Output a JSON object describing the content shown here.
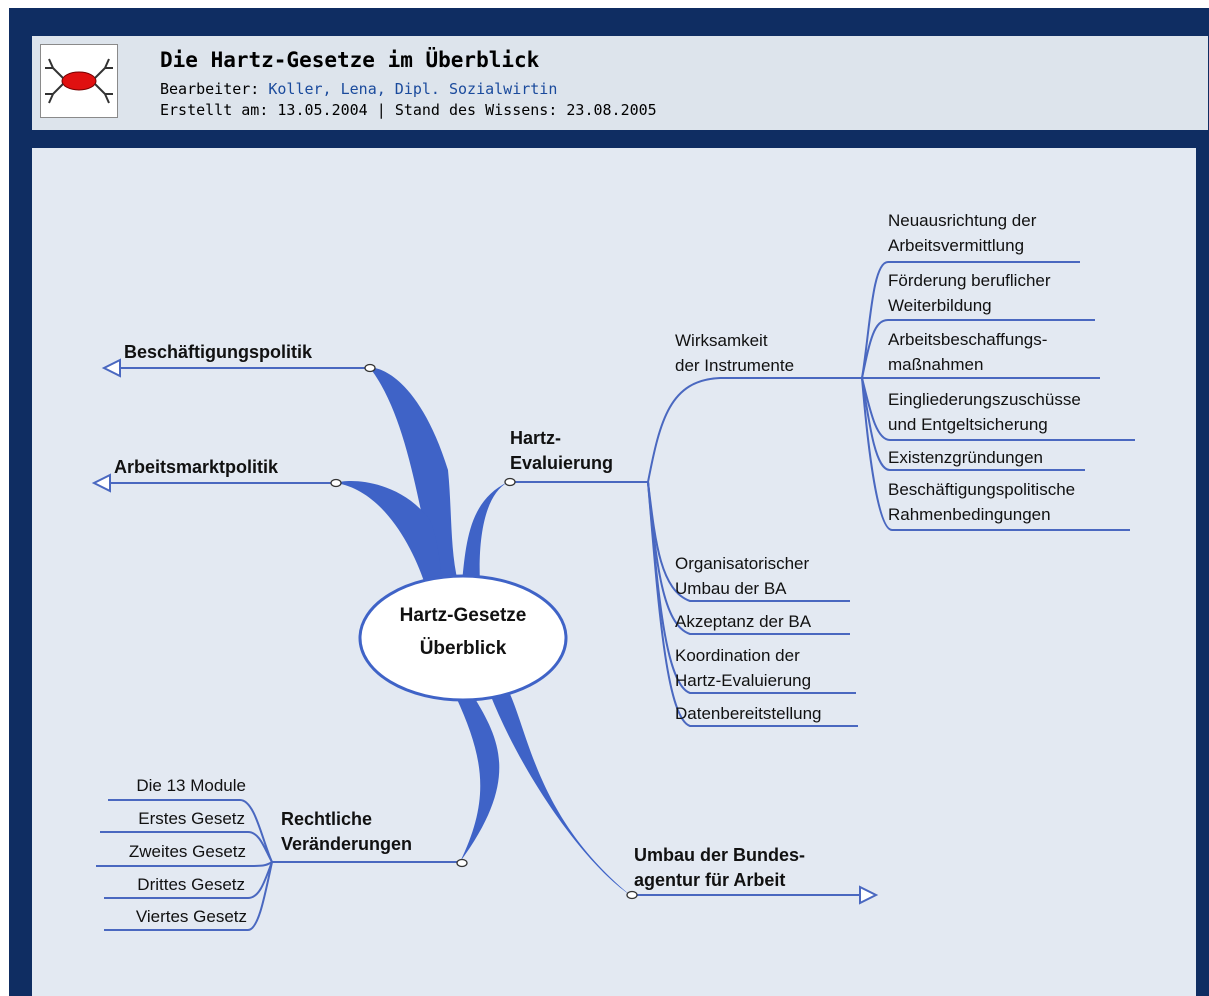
{
  "header": {
    "title": "Die Hartz-Gesetze im Überblick",
    "editor_label": "Bearbeiter:",
    "editor_name": "Koller, Lena, Dipl. Sozialwirtin",
    "created_label": "Erstellt am:",
    "created_date": "13.05.2004",
    "separator": "|",
    "knowledge_label": "Stand des Wissens:",
    "knowledge_date": "23.08.2005"
  },
  "mindmap": {
    "center": {
      "line1": "Hartz-Gesetze",
      "line2": "Überblick"
    },
    "branches": {
      "beschaeftigung": "Beschäftigungspolitik",
      "arbeitsmarkt": "Arbeitsmarktpolitik",
      "evaluierung": {
        "line1": "Hartz-",
        "line2": "Evaluierung",
        "wirksamkeit": {
          "line1": "Wirksamkeit",
          "line2": "der Instrumente",
          "items": [
            {
              "line1": "Neuausrichtung der",
              "line2": "Arbeitsvermittlung"
            },
            {
              "line1": "Förderung beruflicher",
              "line2": "Weiterbildung"
            },
            {
              "line1": "Arbeitsbeschaffungs-",
              "line2": "maßnahmen"
            },
            {
              "line1": "Eingliederungszuschüsse",
              "line2": "und Entgeltsicherung"
            },
            {
              "line1": "Existenzgründungen",
              "line2": ""
            },
            {
              "line1": "Beschäftigungspolitische",
              "line2": "Rahmenbedingungen"
            }
          ]
        },
        "sub_items": [
          {
            "line1": "Organisatorischer",
            "line2": "Umbau der BA"
          },
          {
            "line1": "Akzeptanz der BA",
            "line2": ""
          },
          {
            "line1": "Koordination der",
            "line2": "Hartz-Evaluierung"
          },
          {
            "line1": "Datenbereitstellung",
            "line2": ""
          }
        ]
      },
      "rechtliche": {
        "line1": "Rechtliche",
        "line2": "Veränderungen",
        "items": [
          "Die 13 Module",
          "Erstes Gesetz",
          "Zweites Gesetz",
          "Drittes Gesetz",
          "Viertes Gesetz"
        ]
      },
      "umbau": {
        "line1": "Umbau der Bundes-",
        "line2": "agentur für Arbeit"
      }
    }
  },
  "colors": {
    "frame": "#0f2d62",
    "header_bg": "#dde4ec",
    "canvas_bg": "#e3e9f2",
    "branch": "#3f63c7",
    "line": "#4a68c0",
    "logo_red": "#e01010"
  },
  "icons": {
    "logo": "mindmap-logo-icon"
  }
}
